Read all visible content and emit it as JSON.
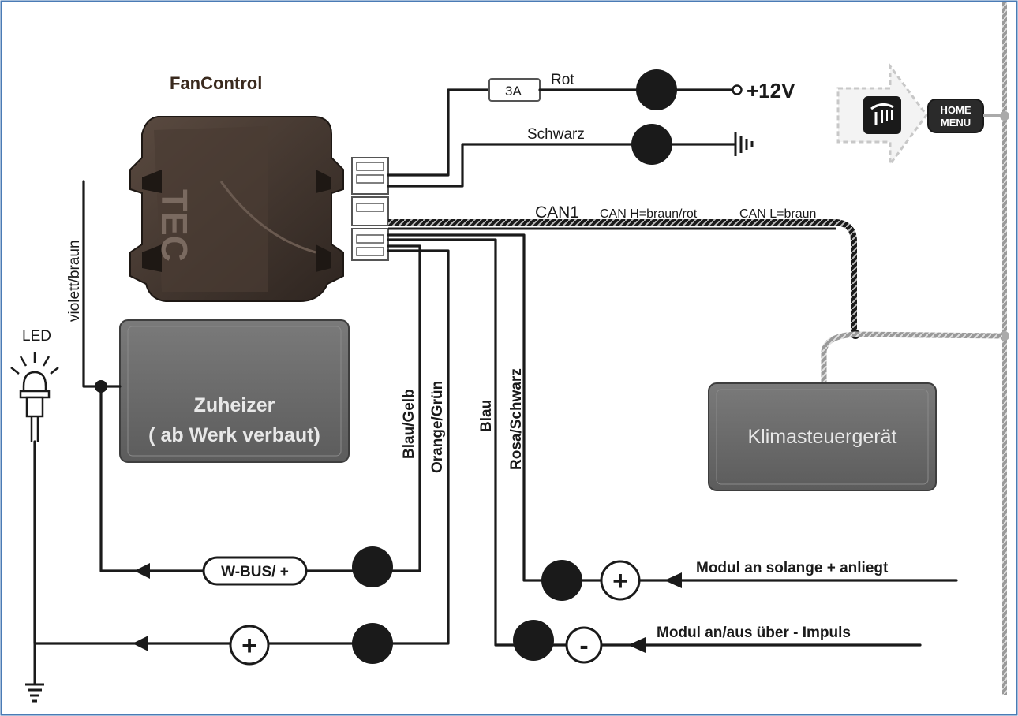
{
  "title": "FanControl",
  "fuse": "3A",
  "wires": {
    "rot": "Rot",
    "schwarz": "Schwarz",
    "can1": "CAN1",
    "can_h": "CAN H=braun/rot",
    "can_l": "CAN L=braun",
    "violett_braun": "violett/braun",
    "blau_gelb": "Blau/Gelb",
    "orange_gruen": "Orange/Grün",
    "blau": "Blau",
    "rosa_schwarz": "Rosa/Schwarz"
  },
  "supply": "+12V",
  "led": "LED",
  "zuheizer": {
    "line1": "Zuheizer",
    "line2": "( ab Werk verbaut)"
  },
  "klima": "Klimasteuergerät",
  "wbus": "W-BUS/ +",
  "plus_symbol": "+",
  "minus_symbol": "-",
  "modul_plus": "Modul an solange + anliegt",
  "modul_minus": "Modul an/aus über - Impuls",
  "home_menu": {
    "line1": "HOME",
    "line2": "MENU"
  },
  "colors": {
    "wire": "#1a1a1a",
    "box": "#6b6b6b",
    "box_text": "#e8e8e8",
    "title": "#3a2a1e",
    "border": "#4a7bb5"
  }
}
